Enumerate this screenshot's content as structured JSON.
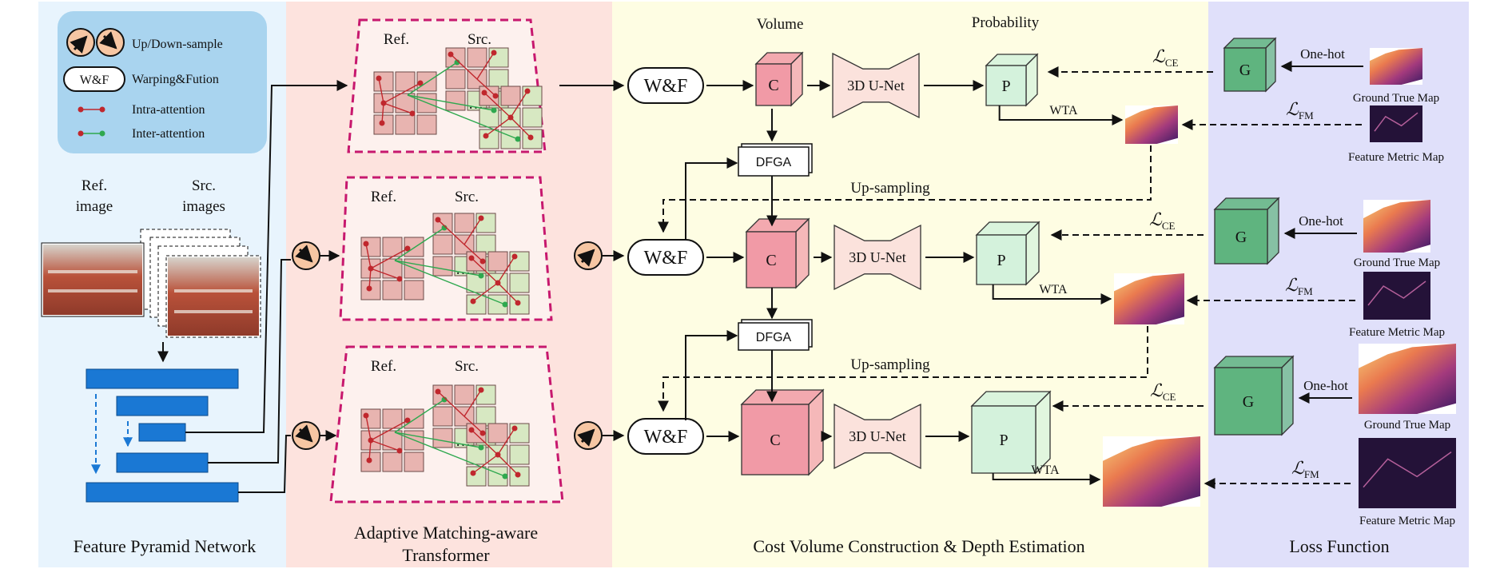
{
  "legend": {
    "updown": "Up/Down-sample",
    "wf_badge": "W&F",
    "warping": "Warping&Fution",
    "intra": "Intra-attention",
    "inter": "Inter-attention"
  },
  "fpn": {
    "ref_line1": "Ref.",
    "ref_line2": "image",
    "src_line1": "Src.",
    "src_line2": "images",
    "title": "Feature Pyramid Network"
  },
  "amt": {
    "ref": "Ref.",
    "src": "Src.",
    "ellipsis": "…",
    "title_line1": "Adaptive Matching-aware",
    "title_line2": "Transformer"
  },
  "cost": {
    "volume": "Volume",
    "probability": "Probability",
    "wf": "W&F",
    "c": "C",
    "unet": "3D U-Net",
    "p": "P",
    "dfga": "DFGA",
    "upsampling": "Up-sampling",
    "wta": "WTA",
    "title": "Cost Volume Construction & Depth Estimation"
  },
  "loss": {
    "g": "G",
    "onehot": "One-hot",
    "gt": "Ground True Map",
    "fm": "Feature Metric Map",
    "lce": "ℒ",
    "lce_sub": "CE",
    "lfm": "ℒ",
    "lfm_sub": "FM",
    "title": "Loss Function"
  },
  "colors": {
    "fpn_bg": "#e8f4fd",
    "amt_bg": "#fde3de",
    "cost_bg": "#fefde3",
    "loss_bg": "#e0e0fa",
    "legend_bg": "#a9d4ef",
    "cube_c": "#f19aa6",
    "cube_p": "#d4f2dc",
    "cube_g": "#5fb47f",
    "unet": "#fbe2dc",
    "fpn_bar": "#1a78d4",
    "attn_dash": "#c7186e",
    "intra": "#c0272d",
    "inter": "#2fa84f"
  }
}
